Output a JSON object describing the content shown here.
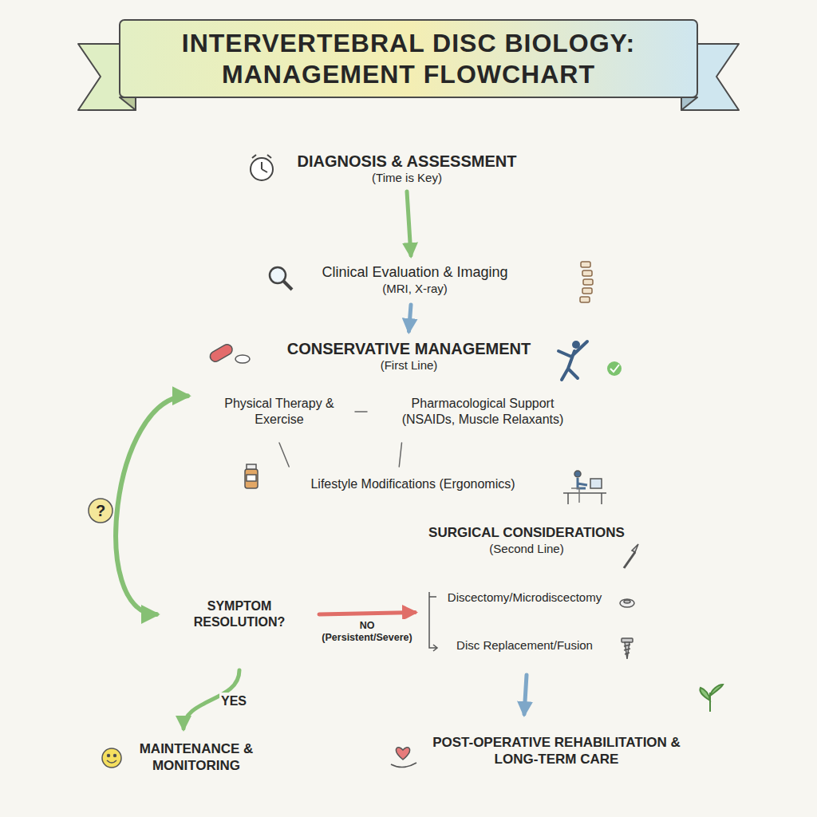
{
  "diagram": {
    "title": "INTERVERTEBRAL DISC BIOLOGY: MANAGEMENT FLOWCHART",
    "nodes": [
      {
        "text": [
          "DIAGNOSIS & ASSESSMENT",
          "(Time is Key)"
        ]
      },
      {
        "text": [
          "Clinical Evaluation & Imaging",
          "(MRI, X-ray)"
        ]
      },
      {
        "text": [
          "CONSERVATIVE MANAGEMENT",
          "(First Line)"
        ]
      },
      {
        "text": [
          "Physical Therapy & Exercise"
        ],
        "in": 2
      },
      {
        "text": [
          "Pharmacological Support (NSAIDs, Muscle Relaxants)"
        ],
        "in": 2
      },
      {
        "text": [
          "Lifestyle Modifications (Ergonomics)"
        ],
        "in": 2
      },
      {
        "text": [
          "SYMPTOM RESOLUTION?"
        ]
      },
      {
        "text": [
          "SURGICAL CONSIDERATIONS",
          "(Second Line)"
        ]
      },
      {
        "text": [
          "Discectomy/Microdiscectomy"
        ],
        "in": 7
      },
      {
        "text": [
          "Disc Replacement/Fusion"
        ],
        "in": 7
      },
      {
        "text": [
          "MAINTENANCE & MONITORING"
        ]
      },
      {
        "text": [
          "POST-OPERATIVE REHABILITATION & LONG-TERM CARE"
        ]
      }
    ],
    "edges": [
      {
        "from": 0,
        "to": 1,
        "arrow": "to"
      },
      {
        "from": 1,
        "to": 2,
        "arrow": "to"
      },
      {
        "from": 2,
        "to": 6,
        "arrow": "both"
      },
      {
        "from": 6,
        "to": 7,
        "label": "NO (Persistent/Severe)",
        "arrow": "to"
      },
      {
        "from": 6,
        "to": 10,
        "label": "YES",
        "arrow": "to"
      },
      {
        "from": 7,
        "to": 11,
        "arrow": "to"
      },
      {
        "from": 3,
        "to": 4,
        "arrow": "none"
      },
      {
        "from": 4,
        "to": 5,
        "arrow": "none"
      },
      {
        "from": 3,
        "to": 5,
        "arrow": "none"
      }
    ],
    "labels": [
      "?"
    ]
  }
}
